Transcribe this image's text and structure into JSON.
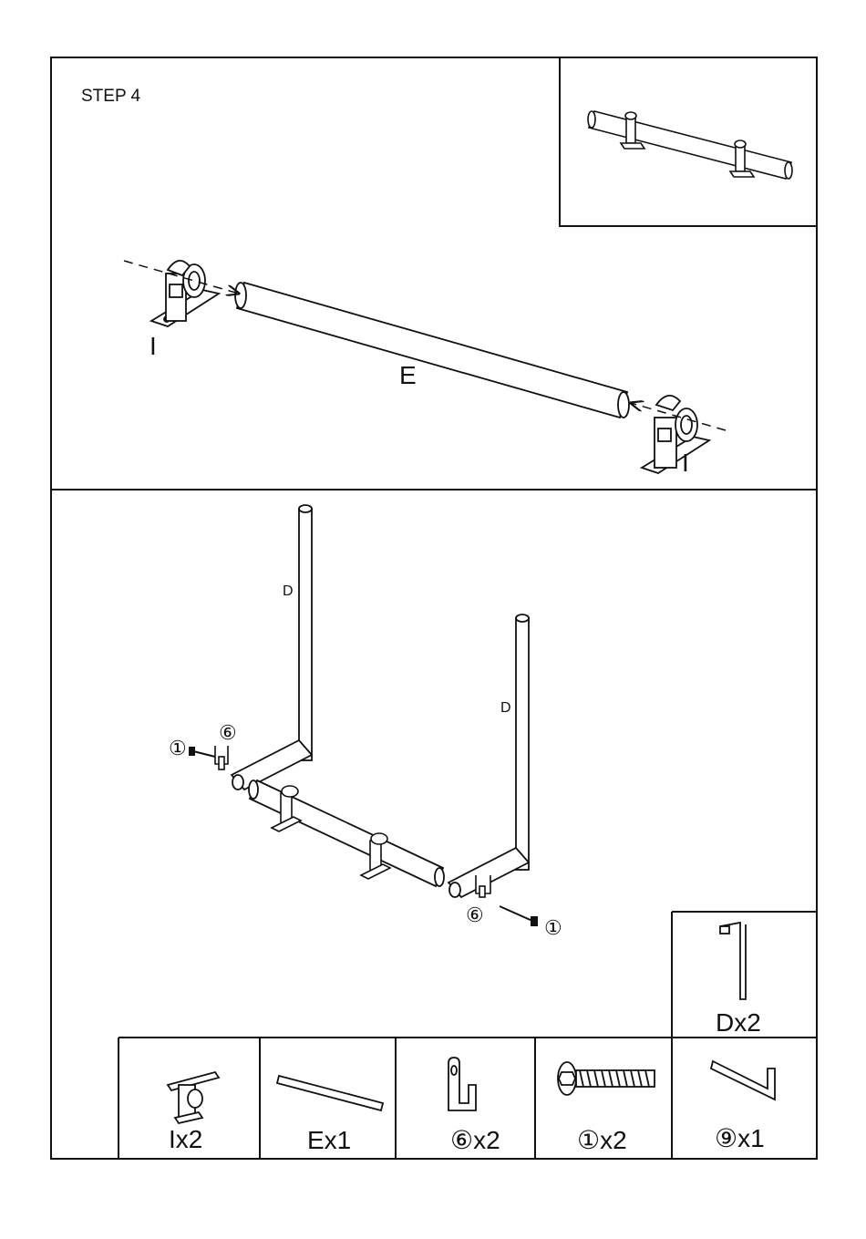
{
  "step_title": "STEP 4",
  "top_panel": {
    "tube_label": "E",
    "bracket_left_label": "I",
    "bracket_right_label": "I"
  },
  "bottom_panel": {
    "post_left_label": "D",
    "post_right_label": "D",
    "callouts": {
      "left_screw": "①",
      "left_clip": "⑥",
      "right_clip": "⑥",
      "right_screw": "①"
    }
  },
  "parts": [
    {
      "label": "Ix2",
      "icon": "bracket-icon"
    },
    {
      "label": "Ex1",
      "icon": "tube-icon"
    },
    {
      "label": "⑥x2",
      "icon": "clip-icon"
    },
    {
      "label": "①x2",
      "icon": "screw-icon"
    },
    {
      "label": "⑨x1",
      "icon": "allen-key-icon"
    }
  ],
  "extra_part": {
    "label": "Dx2",
    "icon": "post-icon"
  }
}
